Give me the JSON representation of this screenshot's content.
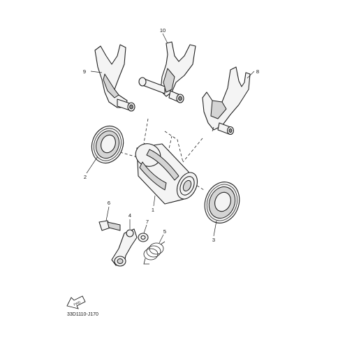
{
  "callouts": [
    {
      "id": "1",
      "label": "1"
    },
    {
      "id": "2",
      "label": "2"
    },
    {
      "id": "3",
      "label": "3"
    },
    {
      "id": "4",
      "label": "4"
    },
    {
      "id": "5",
      "label": "5"
    },
    {
      "id": "6",
      "label": "6"
    },
    {
      "id": "7",
      "label": "7"
    },
    {
      "id": "8",
      "label": "8"
    },
    {
      "id": "9",
      "label": "9"
    },
    {
      "id": "10",
      "label": "10"
    }
  ],
  "fwd_label": "FWD",
  "diagram_code": "33D1110-J170"
}
